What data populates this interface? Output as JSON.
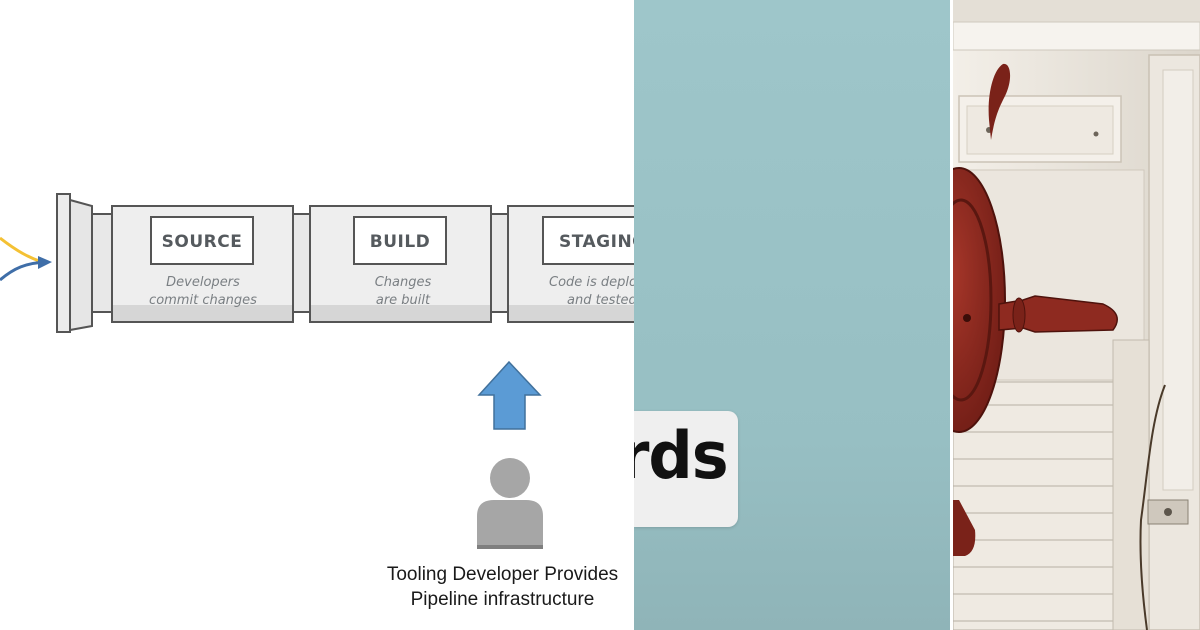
{
  "pipeline": {
    "stages": [
      {
        "title": "SOURCE",
        "desc_line1": "Developers",
        "desc_line2": "commit changes"
      },
      {
        "title": "BUILD",
        "desc_line1": "Changes",
        "desc_line2": "are built"
      },
      {
        "title": "STAGING",
        "desc_line1": "Code is deployed",
        "desc_line2": "and tested"
      }
    ]
  },
  "caption": {
    "line1": "Tooling Developer Provides",
    "line2": "Pipeline infrastructure"
  },
  "middle": {
    "word": "ards"
  },
  "icons": [
    "arrow-up-icon",
    "person-icon",
    "ship-wheel-image"
  ],
  "colors": {
    "teal_panel": "#9ec6ca",
    "arrow_blue": "#5b9bd5",
    "person_gray": "#a6a6a6",
    "wheel_red": "#8e2a20"
  }
}
